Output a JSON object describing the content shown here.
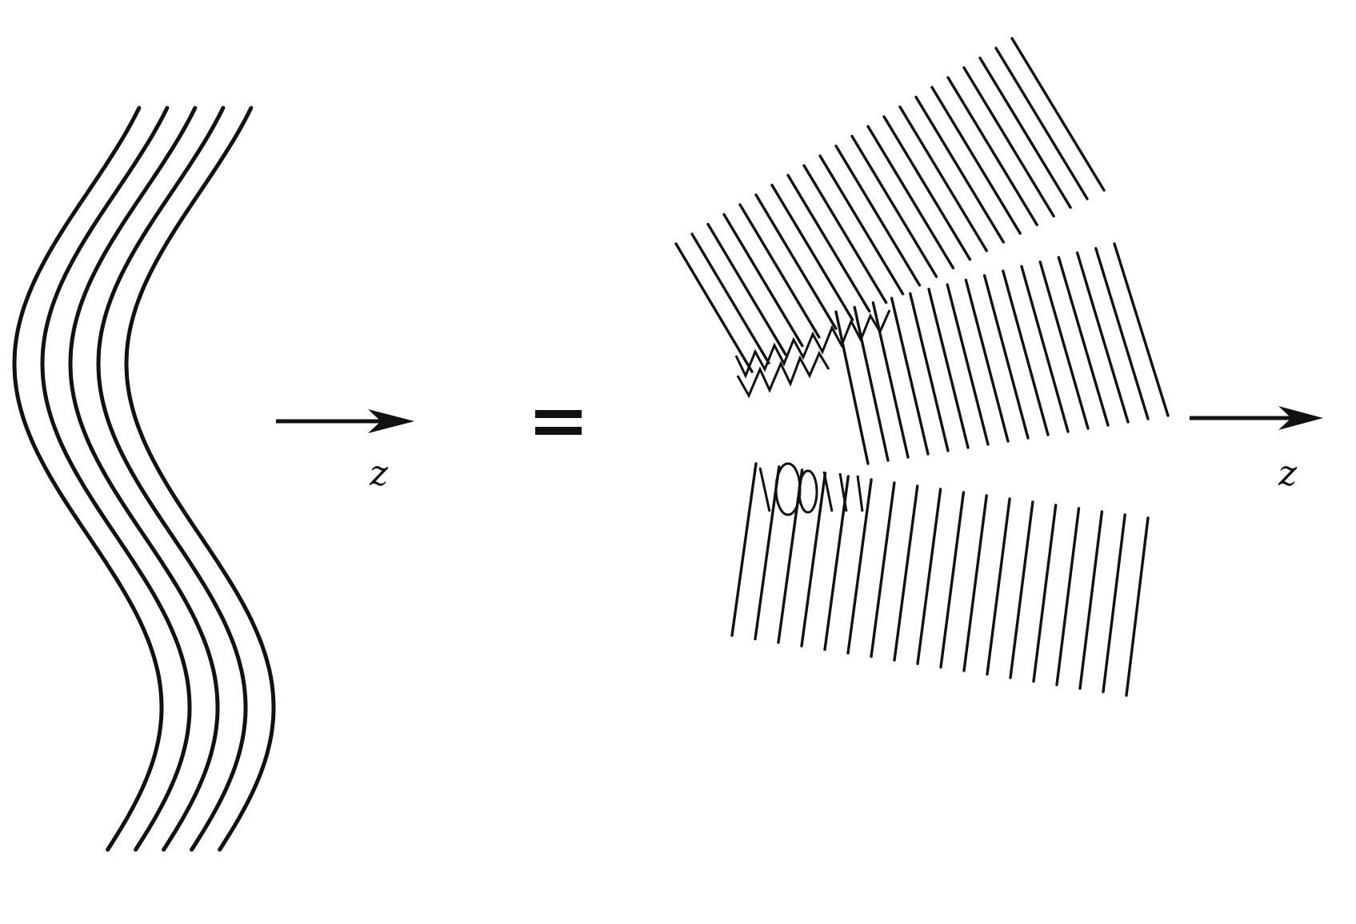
{
  "colors": {
    "ink": "#111111",
    "background": "#ffffff"
  },
  "left_panel": {
    "axis_label": "z",
    "curved_wavefronts": 5
  },
  "equals_sign": "=",
  "right_panel": {
    "axis_label": "z",
    "upper_plane_wave_lines": 22,
    "middle_plane_wave_lines": 16,
    "lower_plane_wave_lines": 18
  }
}
